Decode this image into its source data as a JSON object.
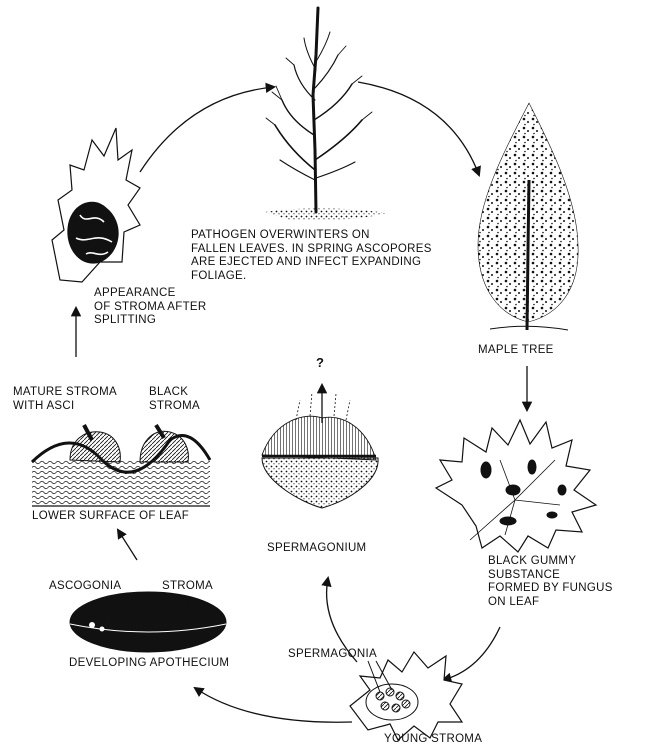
{
  "labels": {
    "pathogen_overwinters": "PATHOGEN OVERWINTERS ON\nFALLEN LEAVES. IN SPRING ASCOPORES\nARE EJECTED AND INFECT EXPANDING\nFOLIAGE.",
    "maple_tree": "MAPLE TREE",
    "appearance_of_stroma": "APPEARANCE\nOF STROMA AFTER\nSPLITTING",
    "mature_stroma": "MATURE STROMA\nWITH ASCI",
    "black_stroma": "BLACK\nSTROMA",
    "lower_surface": "LOWER SURFACE OF LEAF",
    "question_mark": "?",
    "spermagonium": "SPERMAGONIUM",
    "black_gummy": "BLACK GUMMY\nSUBSTANCE\nFORMED BY FUNGUS\nON LEAF",
    "ascogonia": "ASCOGONIA",
    "stroma": "STROMA",
    "developing_apothecium": "DEVELOPING APOTHECIUM",
    "spermagonia": "SPERMAGONIA",
    "young_stroma": "YOUNG STROMA"
  },
  "colors": {
    "ink": "#111111",
    "paper": "#ffffff"
  }
}
